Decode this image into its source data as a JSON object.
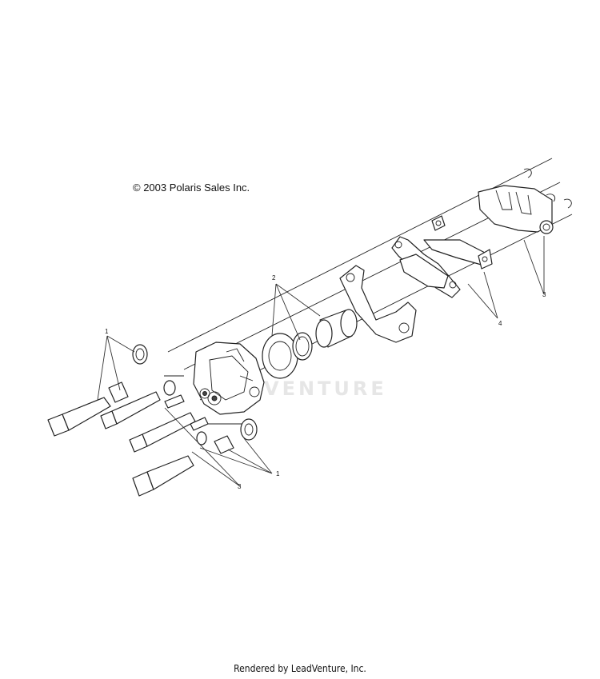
{
  "copyright": "© 2003 Polaris Sales Inc.",
  "footer": "Rendered by LeadVenture, Inc.",
  "watermark": "VENTURE",
  "callouts": [
    {
      "id": "c1a",
      "text": "1"
    },
    {
      "id": "c2",
      "text": "2"
    },
    {
      "id": "c3a",
      "text": "3"
    },
    {
      "id": "c4",
      "text": "4"
    },
    {
      "id": "c1b",
      "text": "1"
    },
    {
      "id": "c3b",
      "text": "3"
    }
  ]
}
